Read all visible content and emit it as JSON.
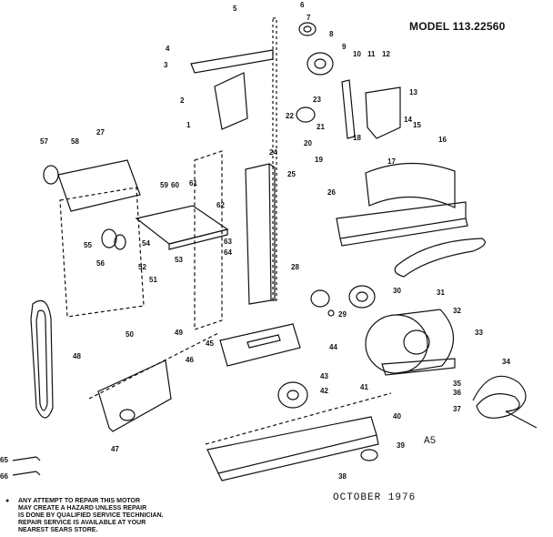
{
  "header": {
    "model": "MODEL 113.22560"
  },
  "footer": {
    "code": "A5",
    "date": "OCTOBER  1976",
    "notice_lines": [
      "ANY ATTEMPT TO REPAIR THIS MOTOR",
      "MAY CREATE A HAZARD UNLESS REPAIR",
      "IS DONE BY QUALIFIED SERVICE TECHNICIAN.",
      "REPAIR SERVICE IS AVAILABLE AT YOUR",
      "NEAREST SEARS STORE."
    ]
  },
  "part_labels": [
    "1",
    "2",
    "3",
    "4",
    "5",
    "6",
    "7",
    "8",
    "9",
    "10",
    "11",
    "12",
    "13",
    "14",
    "15",
    "16",
    "17",
    "18",
    "19",
    "20",
    "21",
    "22",
    "23",
    "24",
    "25",
    "26",
    "27",
    "28",
    "29",
    "30",
    "31",
    "32",
    "33",
    "34",
    "35",
    "36",
    "37",
    "38",
    "39",
    "40",
    "41",
    "42",
    "43",
    "44",
    "45",
    "46",
    "47",
    "48",
    "49",
    "50",
    "51",
    "52",
    "53",
    "54",
    "55",
    "56",
    "57",
    "58",
    "59",
    "60",
    "61",
    "62",
    "63",
    "64",
    "65",
    "66"
  ],
  "colors": {
    "ink": "#111111",
    "paper": "#ffffff"
  }
}
